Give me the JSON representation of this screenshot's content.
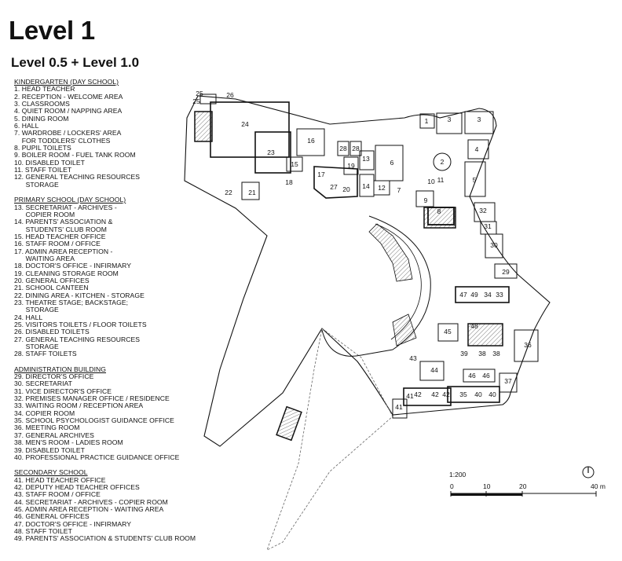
{
  "title": "Level 1",
  "subtitle": "Level 0.5 + Level 1.0",
  "legend": [
    {
      "heading": "KINDERGARTEN (DAY SCHOOL)",
      "items": [
        "1. HEAD TEACHER",
        "2. RECEPTION - WELCOME AREA",
        "3. CLASSROOMS",
        "4. QUIET ROOM / NAPPING AREA",
        "5. DINING ROOM",
        "6. HALL",
        "7. WARDROBE / LOCKERS' AREA\n    FOR TODDLERS' CLOTHES",
        "8. PUPIL TOILETS",
        "9. BOILER ROOM - FUEL TANK ROOM",
        "10. DISABLED TOILET",
        "11. STAFF TOILET",
        "12. GENERAL TEACHING RESOURCES\n      STORAGE"
      ]
    },
    {
      "heading": "PRIMARY SCHOOL (DAY SCHOOL)",
      "items": [
        "13. SECRETARIAT - ARCHIVES -\n      COPIER ROOM",
        "14. PARENTS' ASSOCIATION &\n      STUDENTS' CLUB ROOM",
        "15. HEAD TEACHER OFFICE",
        "16. STAFF ROOM / OFFICE",
        "17. ADMIN AREA RECEPTION -\n      WAITING AREA",
        "18. DOCTOR'S OFFICE - INFIRMARY",
        "19. CLEANING STORAGE ROOM",
        "20. GENERAL OFFICES",
        "21. SCHOOL CANTEEN",
        "22. DINING AREA - KITCHEN - STORAGE",
        "23. THEATRE STAGE; BACKSTAGE;\n      STORAGE",
        "24. HALL",
        "25. VISITORS TOILETS / FLOOR TOILETS",
        "26. DISABLED TOILETS",
        "27. GENERAL TEACHING RESOURCES\n      STORAGE",
        "28. STAFF TOILETS"
      ]
    },
    {
      "heading": "ADMINISTRATION BUILDING",
      "items": [
        "29. DIRECTOR'S OFFICE",
        "30. SECRETARIAT",
        "31. VICE DIRECTOR'S OFFICE",
        "32. PREMISES MANAGER OFFICE / RESIDENCE",
        "33. WAITING ROOM / RECEPTION AREA",
        "34. COPIER ROOM",
        "35. SCHOOL PSYCHOLOGIST GUIDANCE OFFICE",
        "36. MEETING ROOM",
        "37. GENERAL ARCHIVES",
        "38. MEN'S ROOM - LADIES ROOM",
        "39. DISABLED TOILET",
        "40. PROFESSIONAL PRACTICE GUIDANCE OFFICE"
      ]
    },
    {
      "heading": "SECONDARY SCHOOL",
      "items": [
        "41. HEAD TEACHER OFFICE",
        "42. DEPUTY HEAD TEACHER OFFICES",
        "43. STAFF ROOM / OFFICE",
        "44. SECRETARIAT - ARCHIVES - COPIER ROOM",
        "45. ADMIN AREA RECEPTION - WAITING AREA",
        "46. GENERAL OFFICES",
        "47. DOCTOR'S OFFICE - INFIRMARY",
        "48. STAFF TOILET",
        "49. PARENTS' ASSOCIATION & STUDENTS' CLUB ROOM"
      ]
    }
  ],
  "room_labels": [
    "1",
    "2",
    "3",
    "3",
    "4",
    "5",
    "6",
    "7",
    "8",
    "9",
    "10",
    "11",
    "12",
    "13",
    "14",
    "15",
    "16",
    "17",
    "18",
    "19",
    "20",
    "21",
    "22",
    "23",
    "24",
    "25",
    "25",
    "26",
    "27",
    "28",
    "28",
    "29",
    "30",
    "31",
    "32",
    "33",
    "34",
    "35",
    "36",
    "37",
    "38",
    "38",
    "39",
    "40",
    "40",
    "41",
    "41",
    "42",
    "42",
    "42",
    "43",
    "44",
    "45",
    "46",
    "46",
    "47",
    "48",
    "49"
  ],
  "scale": {
    "ratio": "1:200",
    "ticks": [
      "0",
      "10",
      "20",
      "40 m"
    ]
  },
  "colors": {
    "line": "#111111",
    "hatch": "#888888",
    "dashed": "#666666"
  }
}
